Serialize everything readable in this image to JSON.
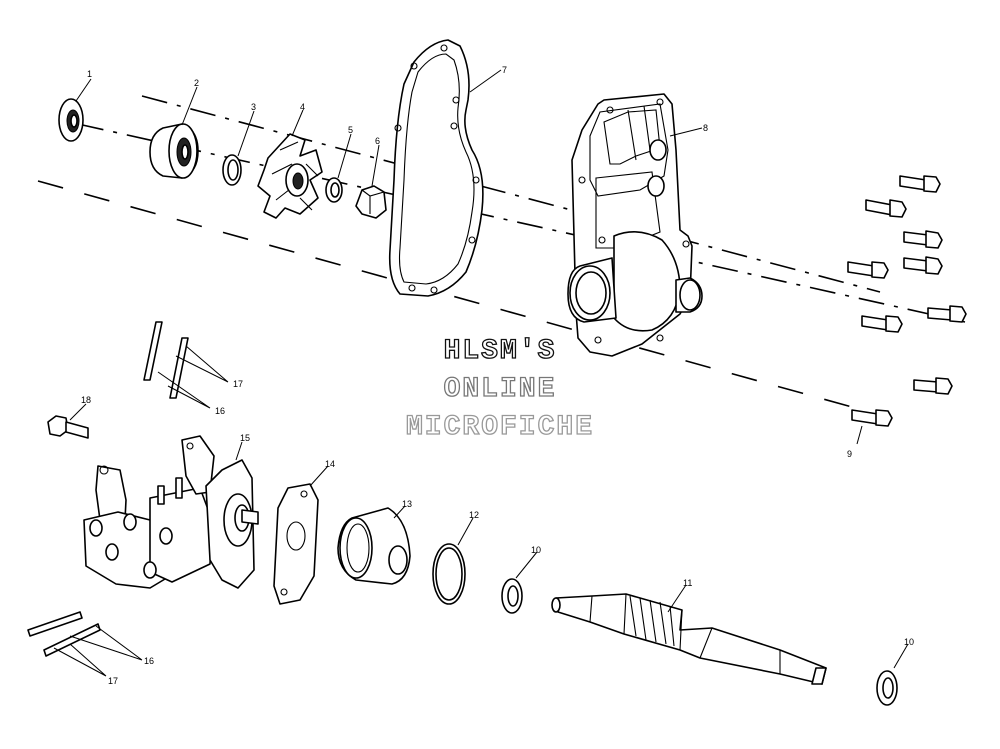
{
  "callouts": [
    {
      "id": "callout-1",
      "label": "1"
    },
    {
      "id": "callout-2",
      "label": "2"
    },
    {
      "id": "callout-3",
      "label": "3"
    },
    {
      "id": "callout-4",
      "label": "4"
    },
    {
      "id": "callout-5",
      "label": "5"
    },
    {
      "id": "callout-6",
      "label": "6"
    },
    {
      "id": "callout-7",
      "label": "7"
    },
    {
      "id": "callout-8",
      "label": "8"
    },
    {
      "id": "callout-9",
      "label": "9"
    },
    {
      "id": "callout-10a",
      "label": "10"
    },
    {
      "id": "callout-10b",
      "label": "10"
    },
    {
      "id": "callout-11",
      "label": "11"
    },
    {
      "id": "callout-12",
      "label": "12"
    },
    {
      "id": "callout-13",
      "label": "13"
    },
    {
      "id": "callout-14",
      "label": "14"
    },
    {
      "id": "callout-15",
      "label": "15"
    },
    {
      "id": "callout-16a",
      "label": "16"
    },
    {
      "id": "callout-16b",
      "label": "16"
    },
    {
      "id": "callout-17a",
      "label": "17"
    },
    {
      "id": "callout-17b",
      "label": "17"
    },
    {
      "id": "callout-18",
      "label": "18"
    }
  ],
  "watermark": {
    "line1": "HLSM'S",
    "line2": "ONLINE",
    "line3": "MICROFICHE"
  }
}
